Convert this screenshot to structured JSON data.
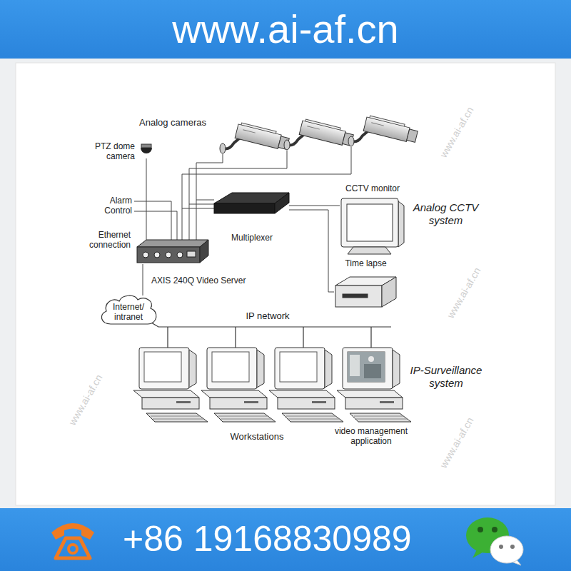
{
  "diagram": {
    "nodes": [
      {
        "text": [
          "PTZ dome camera"
        ]
      },
      {
        "text": [
          "AXIS 240Q Video Server"
        ]
      },
      {
        "text": [
          "Multiplexer"
        ]
      },
      {
        "text": [
          "CCTV monitor"
        ]
      },
      {
        "text": [
          "Time lapse"
        ]
      },
      {
        "text": [
          "Internet/ intranet"
        ]
      }
    ],
    "edges": [
      {
        "from": 0,
        "to": 1,
        "arrow": "none"
      },
      {
        "from": 1,
        "to": 5,
        "arrow": "none"
      },
      {
        "from": 2,
        "to": 3,
        "arrow": "none"
      },
      {
        "from": 2,
        "to": 4,
        "arrow": "none"
      }
    ],
    "labels": [
      "www.ai-af.cn",
      "Analog cameras",
      "Alarm Control",
      "Ethernet connection",
      "Analog CCTV system",
      "IP network",
      "IP-Surveillance system",
      "Workstations",
      "video management application",
      "+86 19168830989",
      "www.ai-af.cn",
      "www.ai-af.cn",
      "www.ai-af.cn",
      "www.ai-af.cn"
    ]
  }
}
